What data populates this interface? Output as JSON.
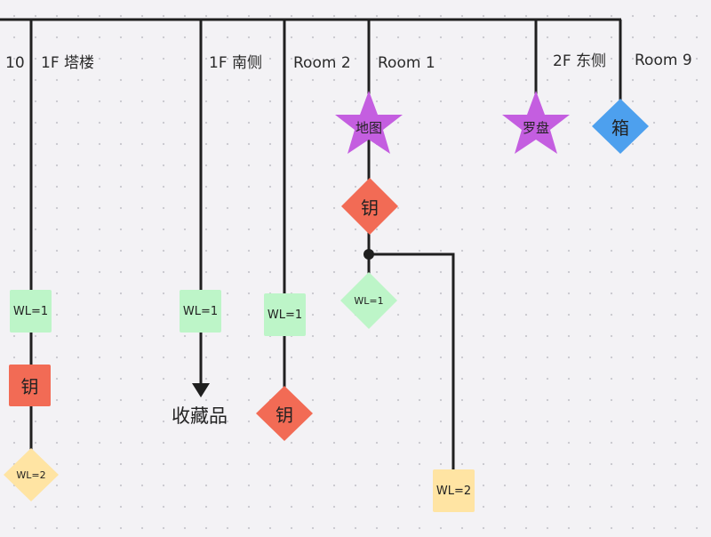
{
  "colors": {
    "line": "#1f1f1f",
    "wl1_fill": "#bdf5c8",
    "wl2_fill": "#ffe4a3",
    "key_fill": "#f26b55",
    "star_fill": "#c45ee0",
    "box_fill": "#4da0ee"
  },
  "branch_labels": {
    "partial": "10",
    "tower": "1F 塔楼",
    "south": "1F 南侧",
    "room2": "Room 2",
    "room1": "Room 1",
    "east": "2F 东侧",
    "room9": "Room 9"
  },
  "nodes": {
    "tower_wl1": "WL=1",
    "tower_key": "钥",
    "tower_wl2": "WL=2",
    "south_wl1": "WL=1",
    "collectibles": "收藏品",
    "room2_wl1": "WL=1",
    "room2_key": "钥",
    "room1_map": "地图",
    "room1_key": "钥",
    "room1_wl1": "WL=1",
    "room1_branch_wl2": "WL=2",
    "east_compass": "罗盘",
    "room9_box": "箱"
  }
}
